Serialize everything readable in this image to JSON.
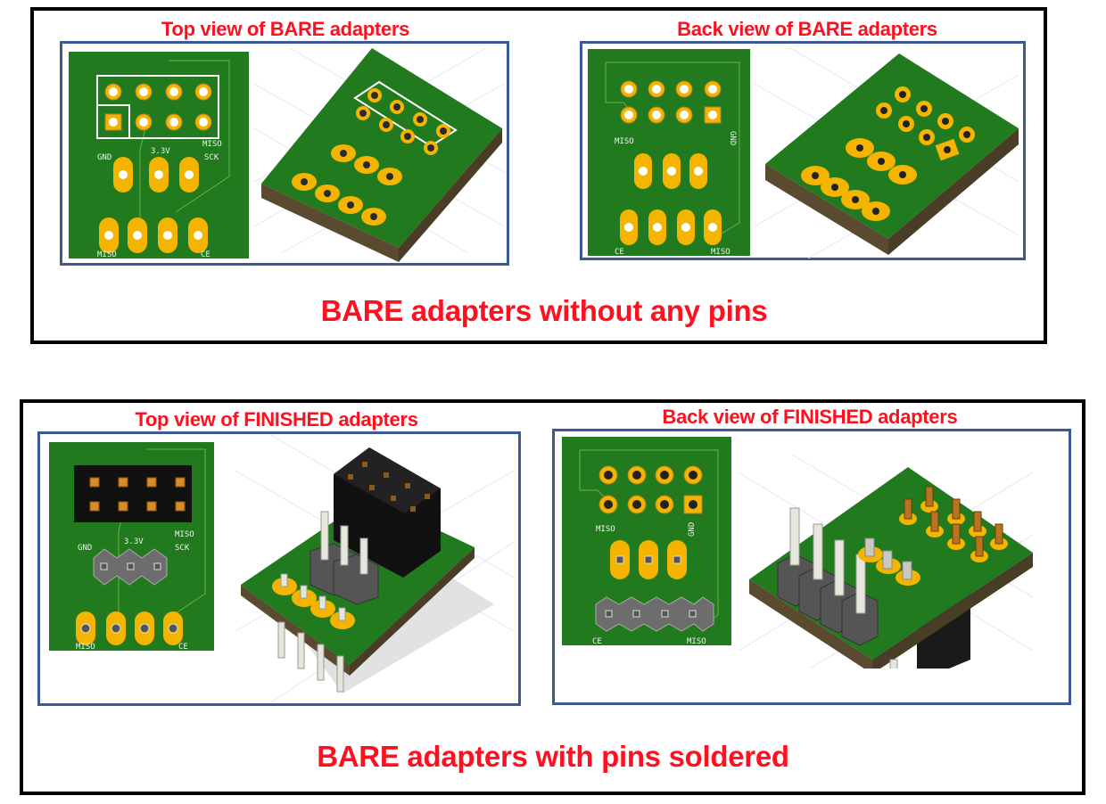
{
  "sections": [
    {
      "caption": "BARE adapters without any pins",
      "panels": [
        {
          "title": "Top view of BARE adapters",
          "labels": {
            "gnd": "GND",
            "v33": "3.3V",
            "miso_top": "MISO",
            "sck": "SCK",
            "miso_bottom": "MISO",
            "ce": "CE"
          }
        },
        {
          "title": "Back view of BARE adapters",
          "labels": {
            "miso_left": "MISO",
            "gnd": "GND",
            "ce": "CE",
            "miso_bottom": "MISO"
          }
        }
      ]
    },
    {
      "caption": "BARE adapters with pins soldered",
      "panels": [
        {
          "title": "Top view of FINISHED adapters",
          "labels": {
            "gnd": "GND",
            "v33": "3.3V",
            "miso_top": "MISO",
            "sck": "SCK",
            "miso_bottom": "MISO",
            "ce": "CE"
          }
        },
        {
          "title": "Back view of FINISHED adapters",
          "labels": {
            "miso_left": "MISO",
            "gnd": "GND",
            "ce": "CE",
            "miso_bottom": "MISO"
          }
        }
      ]
    }
  ],
  "colors": {
    "title_red": "#ff1020",
    "panel_border": "#3b5998",
    "pcb_green": "#217a1e",
    "pad_gold": "#f5b400",
    "header_black": "#111111"
  }
}
